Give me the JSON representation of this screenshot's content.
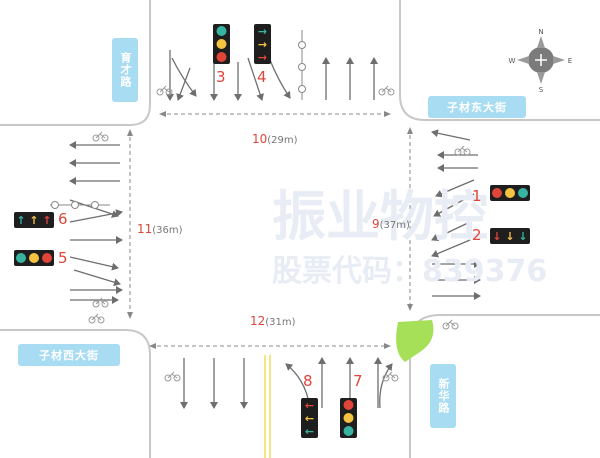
{
  "streets": {
    "north": "育才路",
    "east": "子材东大街",
    "west": "子材西大街",
    "south": "新华路"
  },
  "compass": {
    "n": "N",
    "s": "S",
    "e": "E",
    "w": "W"
  },
  "phases": [
    {
      "num": "1",
      "type": "circles",
      "colors": [
        "#e0453a",
        "#f5c342",
        "#37b3a2"
      ]
    },
    {
      "num": "2",
      "type": "arrows",
      "symbol": "↓",
      "colors": [
        "#e0453a",
        "#f5c342",
        "#37b3a2"
      ]
    },
    {
      "num": "3",
      "type": "circles-vertical",
      "colors": [
        "#37b3a2",
        "#f5c342",
        "#e0453a"
      ]
    },
    {
      "num": "4",
      "type": "arrows-vertical",
      "symbol": "→",
      "colors": [
        "#37b3a2",
        "#f5c342",
        "#e0453a"
      ]
    },
    {
      "num": "5",
      "type": "circles",
      "colors": [
        "#37b3a2",
        "#f5c342",
        "#e0453a"
      ]
    },
    {
      "num": "6",
      "type": "arrows",
      "symbol": "↑",
      "colors": [
        "#37b3a2",
        "#f5c342",
        "#e0453a"
      ]
    },
    {
      "num": "7",
      "type": "circles-vertical",
      "colors": [
        "#e0453a",
        "#f5c342",
        "#37b3a2"
      ]
    },
    {
      "num": "8",
      "type": "arrows-vertical",
      "symbol": "←",
      "colors": [
        "#e0453a",
        "#f5c342",
        "#37b3a2"
      ]
    }
  ],
  "crossings": [
    {
      "num": "9",
      "length": "(37m)"
    },
    {
      "num": "10",
      "length": "(29m)"
    },
    {
      "num": "11",
      "length": "(36m)"
    },
    {
      "num": "12",
      "length": "(31m)"
    }
  ],
  "watermark": {
    "name": "振业物控",
    "phone": "股票代码：839376"
  },
  "colors": {
    "road_line": "#c8c8c8",
    "arrow": "#6e6e6e",
    "crosswalk": "#888888",
    "label_bg": "#a8dcf3",
    "number": "#e0453a",
    "island": "#a6df58",
    "center_line": "#f3dd59"
  }
}
